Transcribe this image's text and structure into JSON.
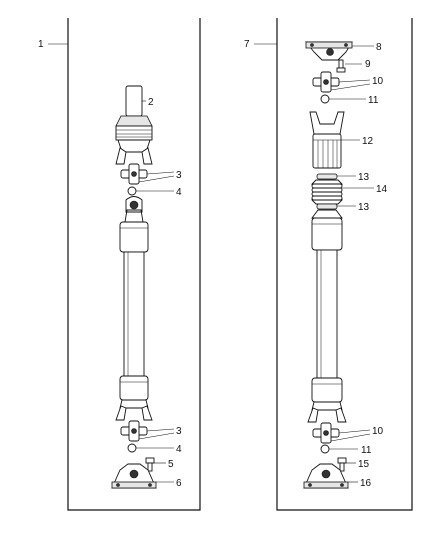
{
  "callouts": {
    "left": {
      "assembly": "1",
      "stub": "2",
      "cross_upper": "3",
      "clip_upper": "4",
      "cross_lower": "3",
      "clip_lower": "4",
      "bolt": "5",
      "flange": "6"
    },
    "right": {
      "assembly": "7",
      "flange_top": "8",
      "bolt_top": "9",
      "cross_upper": "10",
      "clip_upper": "11",
      "slip_yoke": "12",
      "clamp_upper": "13",
      "boot": "14",
      "clamp_lower": "13",
      "cross_lower": "10",
      "clip_lower": "11",
      "bolt_bottom": "15",
      "flange_bottom": "16"
    }
  }
}
